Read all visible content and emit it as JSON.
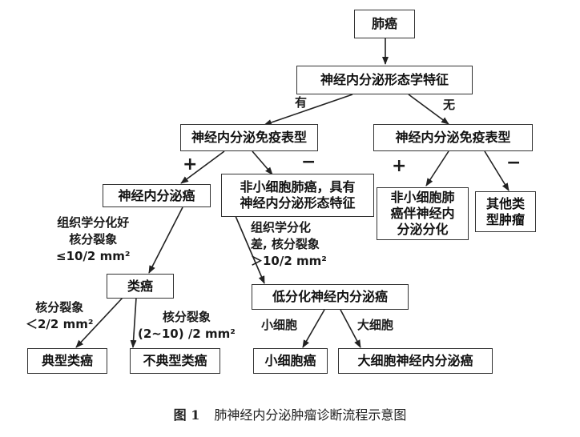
{
  "diagram": {
    "nodes": {
      "lung_tumor": "肺癌",
      "ne_morphology": "神经内分泌形态学特征",
      "ne_immuno_left": "神经内分泌免疫表型",
      "ne_immuno_right": "神经内分泌免疫表型",
      "ne_carcinoma": "神经内分泌癌",
      "nsclc_with_ne": "非小细胞肺癌，具有\n神经内分泌形态特征",
      "nsclc_ne_diff": "非小细胞肺\n癌伴神经内\n分泌分化",
      "other_tumor": "其他类\n型肿瘤",
      "carcinoid": "类癌",
      "poorly_diff_ne": "低分化神经内分泌癌",
      "typical_carcinoid": "典型类癌",
      "atypical_carcinoid": "不典型类癌",
      "small_cell": "小细胞癌",
      "large_cell_ne": "大细胞神经内分泌癌"
    },
    "labels": {
      "yes": "有",
      "no": "无",
      "plus_left": "+",
      "minus_left": "−",
      "plus_right": "+",
      "minus_right": "−",
      "well_diff": "组织学分化好\n核分裂象\n≤10/2 mm²",
      "poor_diff": "组织学分化\n差, 核分裂象\n＞10/2 mm²",
      "mitosis_low": "核分裂象\n＜2/2 mm²",
      "mitosis_mid": "核分裂象\n(2~10) /2 mm²",
      "small_cell_lbl": "小细胞",
      "large_cell_lbl": "大细胞"
    }
  },
  "caption": {
    "number": "图 1",
    "text": "肺神经内分泌肿瘤诊断流程示意图"
  },
  "colors": {
    "line": "#222222",
    "border": "#333333"
  }
}
